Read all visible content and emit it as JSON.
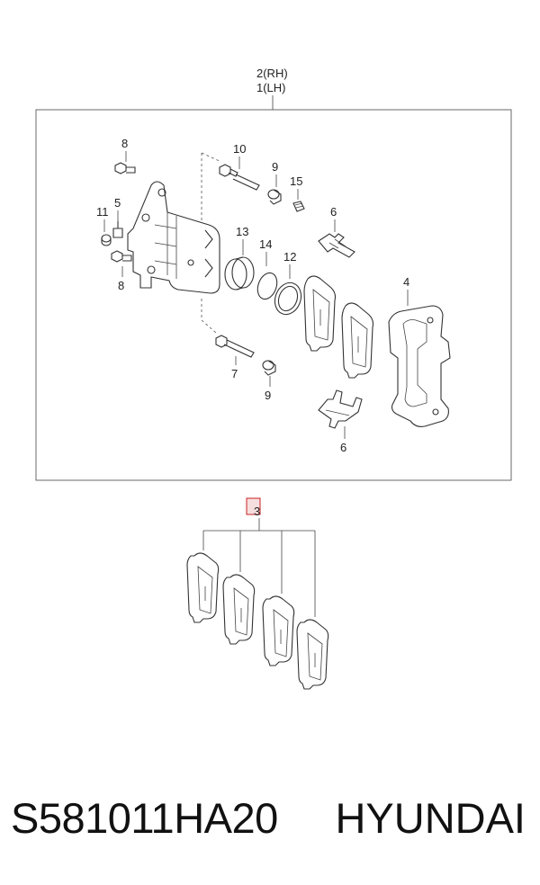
{
  "assembly": {
    "rh_label": "2(RH)",
    "lh_label": "1(LH)"
  },
  "callouts": {
    "p8_top": "8",
    "p10": "10",
    "p9_top": "9",
    "p15": "15",
    "p11": "11",
    "p5": "5",
    "p8_bottom": "8",
    "p6_top": "6",
    "p13": "13",
    "p14": "14",
    "p12": "12",
    "p4": "4",
    "p7": "7",
    "p9_bottom": "9",
    "p6_bottom": "6",
    "p3": "3"
  },
  "highlight_color": "#cc2222",
  "footer": {
    "part_number": "S581011HA20",
    "brand": "HYUNDAI"
  }
}
